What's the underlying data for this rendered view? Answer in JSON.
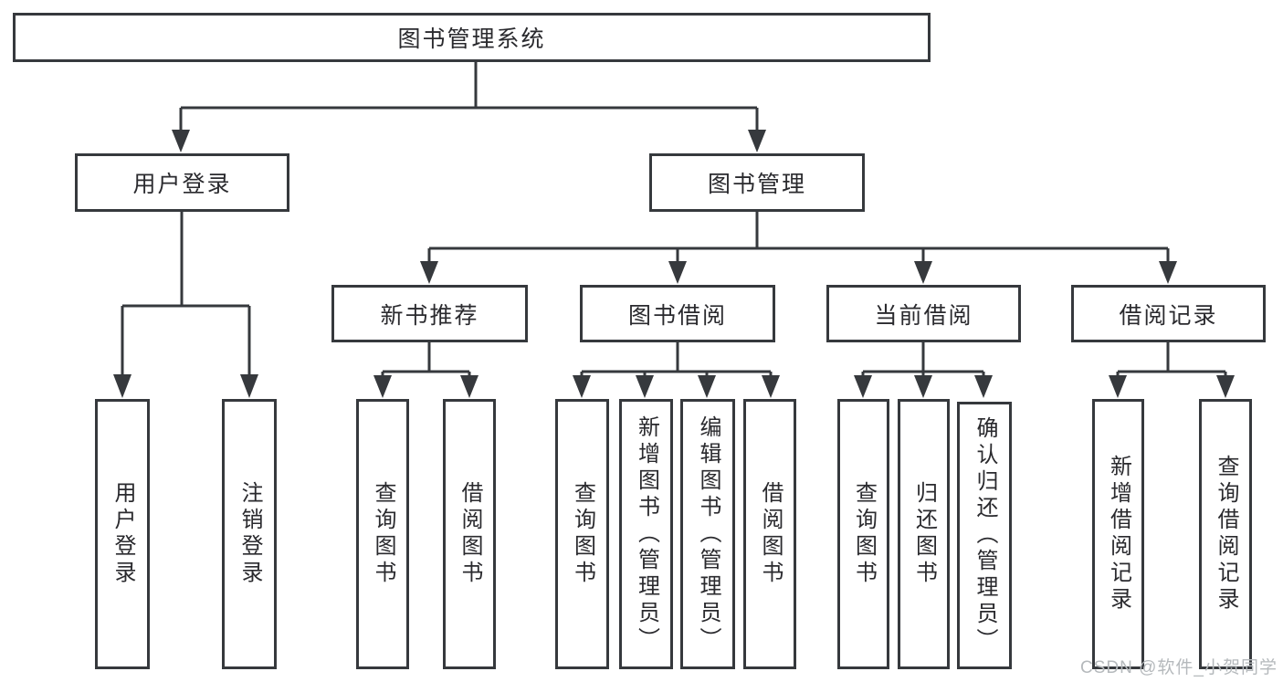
{
  "diagram": {
    "root": {
      "label": "图书管理系统"
    },
    "branches": [
      {
        "label": "用户登录",
        "children": [
          {
            "label": "用户登录"
          },
          {
            "label": "注销登录"
          }
        ]
      },
      {
        "label": "图书管理",
        "groups": [
          {
            "label": "新书推荐",
            "children": [
              {
                "label": "查询图书"
              },
              {
                "label": "借阅图书"
              }
            ]
          },
          {
            "label": "图书借阅",
            "children": [
              {
                "label": "查询图书"
              },
              {
                "label": "新增图书（管理员）"
              },
              {
                "label": "编辑图书（管理员）"
              },
              {
                "label": "借阅图书"
              }
            ]
          },
          {
            "label": "当前借阅",
            "children": [
              {
                "label": "查询图书"
              },
              {
                "label": "归还图书"
              },
              {
                "label": "确认归还（管理员）"
              }
            ]
          },
          {
            "label": "借阅记录",
            "children": [
              {
                "label": "新增借阅记录"
              },
              {
                "label": "查询借阅记录"
              }
            ]
          }
        ]
      }
    ]
  },
  "watermark": "CSDN @软件_小贺同学",
  "colors": {
    "line": "#36393d",
    "box_bg": "#ffffff",
    "text": "#2a2a2e",
    "watermark": "#b5b9bc"
  }
}
